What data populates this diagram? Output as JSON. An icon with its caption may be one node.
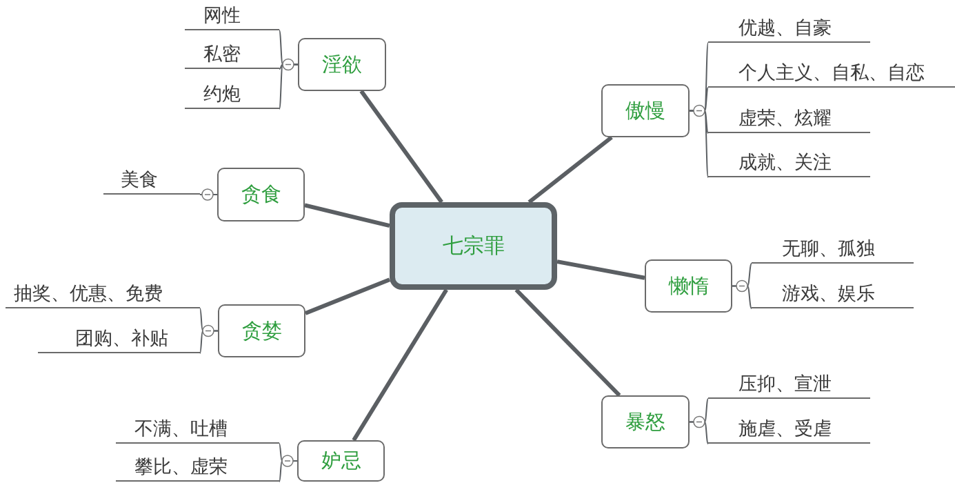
{
  "diagram": {
    "nodes": [
      {
        "text": [
          "七宗罪"
        ]
      },
      {
        "text": [
          "淫欲"
        ]
      },
      {
        "text": [
          "网性"
        ]
      },
      {
        "text": [
          "私密"
        ]
      },
      {
        "text": [
          "约炮"
        ]
      },
      {
        "text": [
          "傲慢"
        ]
      },
      {
        "text": [
          "优越、自豪"
        ]
      },
      {
        "text": [
          "个人主义、自私、自恋"
        ]
      },
      {
        "text": [
          "虚荣、炫耀"
        ]
      },
      {
        "text": [
          "成就、关注"
        ]
      },
      {
        "text": [
          "贪食"
        ]
      },
      {
        "text": [
          "美食"
        ]
      },
      {
        "text": [
          "懒惰"
        ]
      },
      {
        "text": [
          "无聊、孤独"
        ]
      },
      {
        "text": [
          "游戏、娱乐"
        ]
      },
      {
        "text": [
          "贪婪"
        ]
      },
      {
        "text": [
          "抽奖、优惠、免费"
        ]
      },
      {
        "text": [
          "团购、补贴"
        ]
      },
      {
        "text": [
          "暴怒"
        ]
      },
      {
        "text": [
          "压抑、宣泄"
        ]
      },
      {
        "text": [
          "施虐、受虐"
        ]
      },
      {
        "text": [
          "妒忌"
        ]
      },
      {
        "text": [
          "不满、吐槽"
        ]
      },
      {
        "text": [
          "攀比、虚荣"
        ]
      }
    ],
    "edges": [
      {
        "from": 0,
        "to": 1,
        "arrow": "none",
        "style": "thick"
      },
      {
        "from": 0,
        "to": 5,
        "arrow": "none",
        "style": "thick"
      },
      {
        "from": 0,
        "to": 10,
        "arrow": "none",
        "style": "thick"
      },
      {
        "from": 0,
        "to": 12,
        "arrow": "none",
        "style": "thick"
      },
      {
        "from": 0,
        "to": 15,
        "arrow": "none",
        "style": "thick"
      },
      {
        "from": 0,
        "to": 18,
        "arrow": "none",
        "style": "thick"
      },
      {
        "from": 0,
        "to": 21,
        "arrow": "none",
        "style": "thick"
      },
      {
        "from": 1,
        "to": 2,
        "arrow": "none"
      },
      {
        "from": 1,
        "to": 3,
        "arrow": "none"
      },
      {
        "from": 1,
        "to": 4,
        "arrow": "none"
      },
      {
        "from": 5,
        "to": 6,
        "arrow": "none"
      },
      {
        "from": 5,
        "to": 7,
        "arrow": "none"
      },
      {
        "from": 5,
        "to": 8,
        "arrow": "none"
      },
      {
        "from": 5,
        "to": 9,
        "arrow": "none"
      },
      {
        "from": 10,
        "to": 11,
        "arrow": "none"
      },
      {
        "from": 12,
        "to": 13,
        "arrow": "none"
      },
      {
        "from": 12,
        "to": 14,
        "arrow": "none"
      },
      {
        "from": 15,
        "to": 16,
        "arrow": "none"
      },
      {
        "from": 15,
        "to": 17,
        "arrow": "none"
      },
      {
        "from": 18,
        "to": 19,
        "arrow": "none"
      },
      {
        "from": 18,
        "to": 20,
        "arrow": "none"
      },
      {
        "from": 21,
        "to": 22,
        "arrow": "none"
      },
      {
        "from": 21,
        "to": 23,
        "arrow": "none"
      }
    ]
  }
}
